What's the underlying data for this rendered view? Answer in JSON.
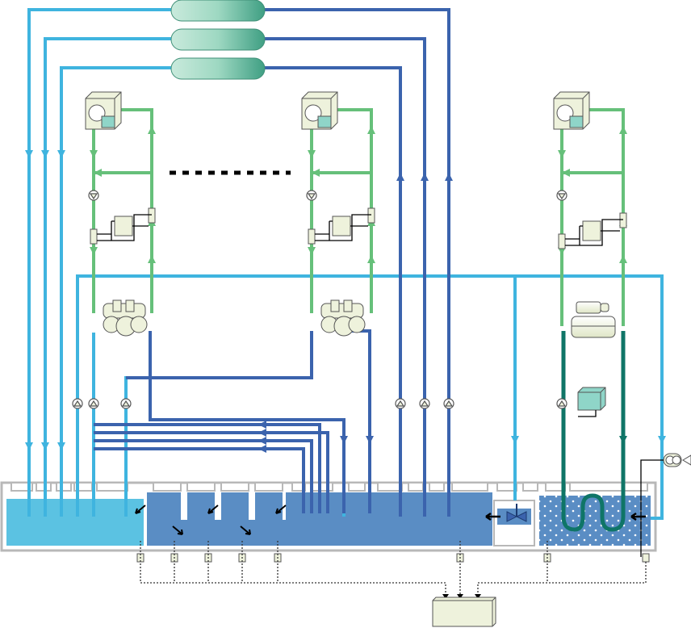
{
  "colors": {
    "supply_light": "#3fb4df",
    "return_dark": "#3b63ad",
    "loop_green": "#66c07a",
    "loop_teal": "#0f7567",
    "tank_light": "#5bc2e2",
    "tank_dark": "#5a8dc4",
    "equipment_fill": "#eef2dc",
    "header_vessel": "#9ed8c2",
    "dotted_signal": "#333333"
  },
  "icons": {
    "header_vessel": "horizontal-storage-tank-icon",
    "air_handler": "air-handling-unit-icon",
    "chiller": "chiller-compressor-icon",
    "pump": "circulation-pump-icon",
    "heat_exchanger": "plate-heat-exchanger-icon",
    "valve": "control-valve-icon",
    "controller": "controller-cabinet-icon",
    "expansion_tank": "expansion-tank-icon",
    "engine": "engine-generator-icon",
    "level_sensor": "level-sensor-icon"
  },
  "plant": {
    "hydronic_zones": 3,
    "header_vessels": 3,
    "tank_compartments": 5,
    "level_sensors": 8
  }
}
